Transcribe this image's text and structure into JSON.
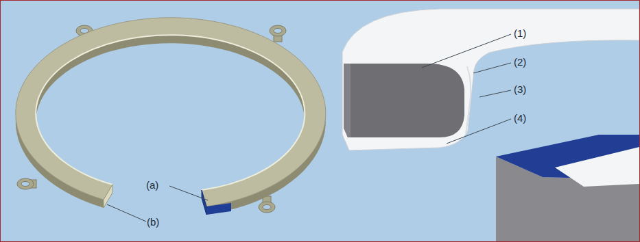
{
  "diagram": {
    "labels": [
      "(a)",
      "(b)",
      "(1)",
      "(2)",
      "(3)",
      "(4)"
    ]
  }
}
